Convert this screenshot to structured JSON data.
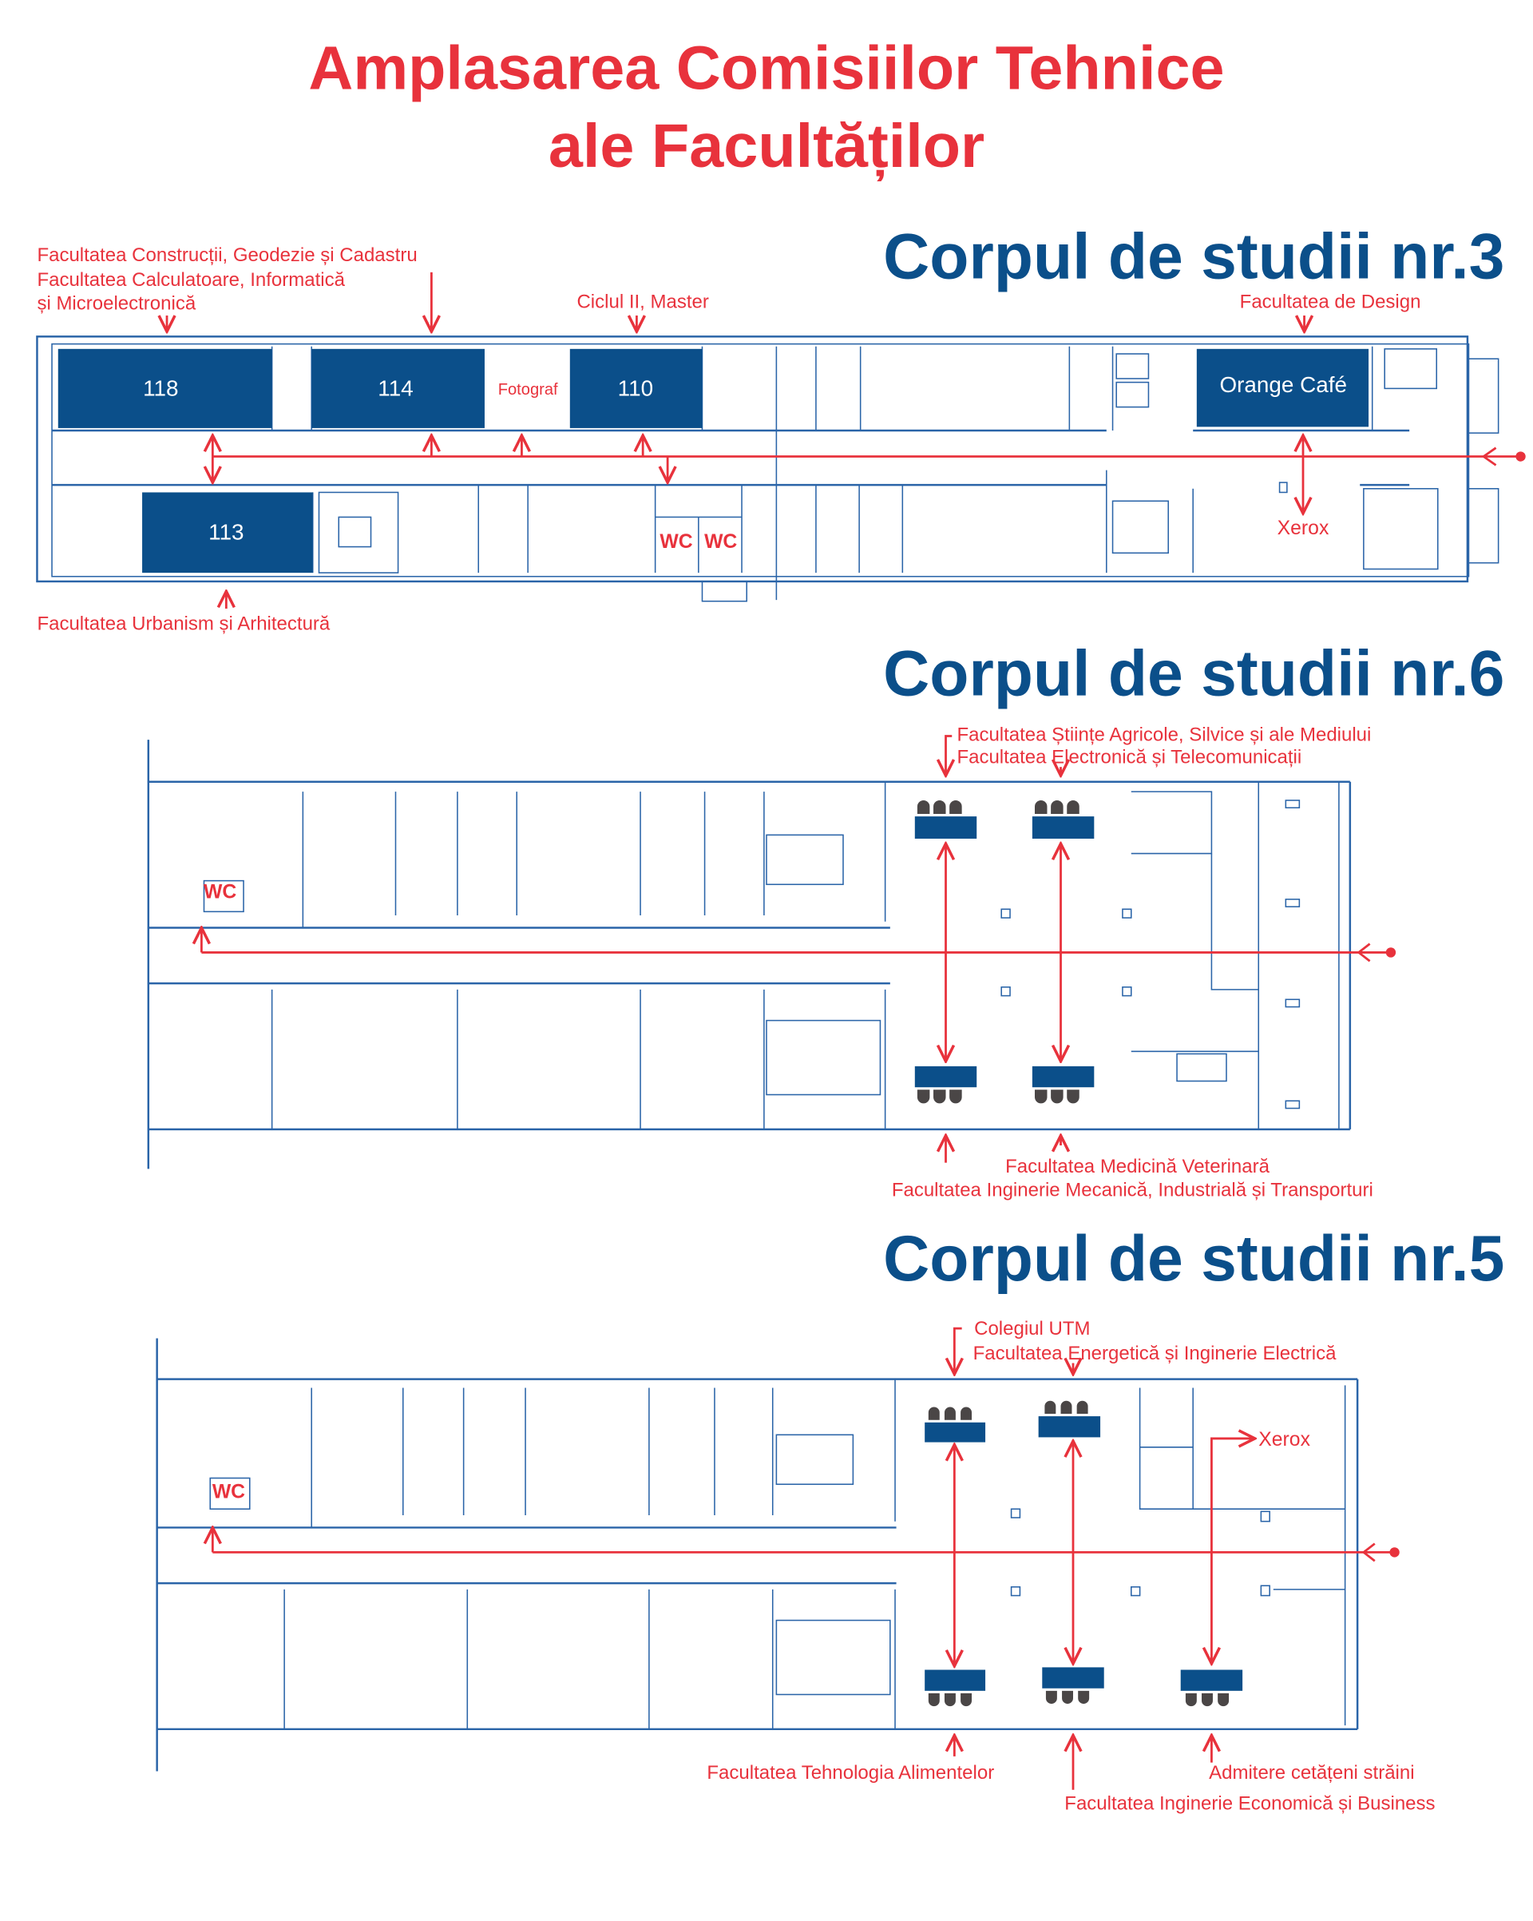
{
  "title": {
    "line1": "Amplasarea Comisiilor Tehnice",
    "line2": "ale Facultăților"
  },
  "colors": {
    "accent_red": "#e8323c",
    "brand_blue": "#0b4f8a",
    "wall_blue": "#2a64a8",
    "chair": "#4a4646"
  },
  "building3": {
    "heading": "Corpul de studii nr.3",
    "rooms": {
      "r118": "118",
      "r114": "114",
      "r110": "110",
      "r113": "113",
      "cafe": "Orange Café"
    },
    "fotograf": "Fotograf",
    "wc1": "WC",
    "wc2": "WC",
    "xerox": "Xerox",
    "labels": {
      "constructii": "Facultatea Construcții, Geodezie și Cadastru",
      "calculatoare": "Facultatea Calculatoare, Informatică",
      "microelectronica": "și Microelectronică",
      "master": "Ciclul II, Master",
      "design": "Facultatea de Design",
      "urbanism": "Facultatea Urbanism și Arhitectură"
    }
  },
  "building6": {
    "heading": "Corpul de studii nr.6",
    "wc": "WC",
    "labels": {
      "agricole": "Facultatea Științe Agricole, Silvice și ale Mediului",
      "electronica": "Facultatea Electronică și Telecomunicații",
      "veterinara": "Facultatea Medicină Veterinară",
      "mecanica": "Facultatea Inginerie Mecanică, Industrială și Transporturi"
    }
  },
  "building5": {
    "heading": "Corpul de studii nr.5",
    "wc": "WC",
    "xerox": "Xerox",
    "labels": {
      "colegiul": "Colegiul UTM",
      "energetica": "Facultatea Energetică și Inginerie Electrică",
      "alimentelor": "Facultatea Tehnologia Alimentelor",
      "straini": "Admitere cetățeni străini",
      "economica": "Facultatea Inginerie Economică și Business"
    }
  }
}
